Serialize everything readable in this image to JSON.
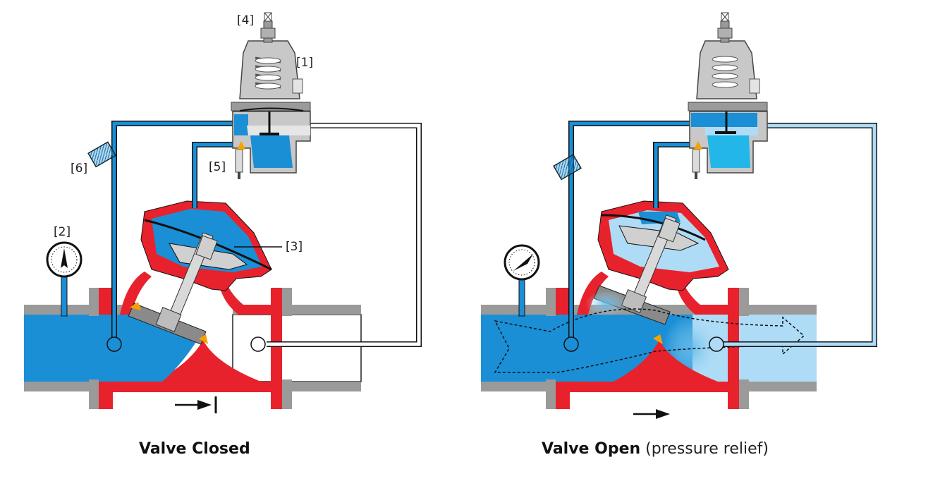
{
  "callouts": {
    "c1": "[1]",
    "c2": "[2]",
    "c3": "[3]",
    "c4": "[4]",
    "c5": "[5]",
    "c6": "[6]"
  },
  "captions": {
    "closed_title": "Valve Closed",
    "open_title": "Valve Open",
    "open_subtitle": "(pressure relief)"
  },
  "colors": {
    "water": "#1a8fd6",
    "light_water": "#aedcf6",
    "valve_red": "#e8222c",
    "flange_gray": "#9a9a9a",
    "pilot_gray": "#c8c8c8",
    "accent_orange": "#f5a200",
    "outline": "#111111"
  },
  "icons": {
    "flow_closed": "arrow-right-stop-icon",
    "flow_open": "arrow-right-icon",
    "pressure_gauge": "pressure-gauge-icon",
    "strainer": "strainer-icon"
  }
}
